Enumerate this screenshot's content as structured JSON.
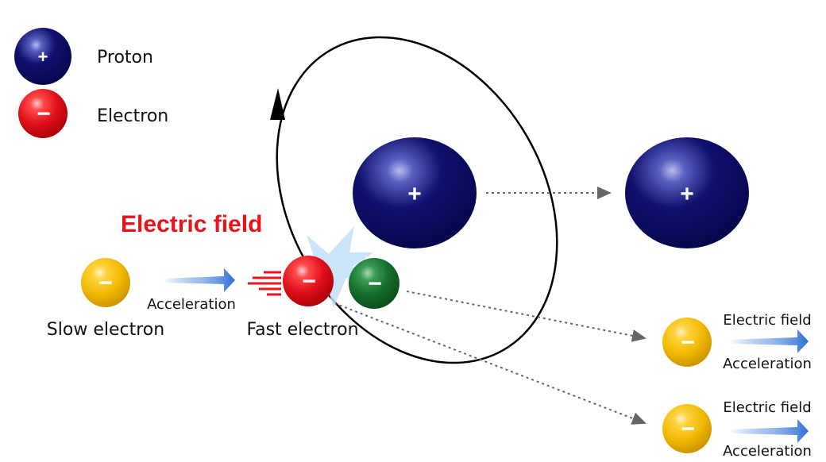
{
  "legend": {
    "proton_label": "Proton",
    "electron_label": "Electron"
  },
  "signs": {
    "plus": "+",
    "minus": "−"
  },
  "title": {
    "text": "Electric field",
    "color": "#e8141c"
  },
  "slow_electron": {
    "label": "Slow electron",
    "arrow_label": "Acceleration"
  },
  "fast_electron": {
    "label": "Fast electron"
  },
  "scattered": [
    {
      "field_label": "Electric field",
      "accel_label": "Acceleration"
    },
    {
      "field_label": "Electric field",
      "accel_label": "Acceleration"
    }
  ],
  "colors": {
    "proton": "#10106e",
    "electron_red": "#e0101a",
    "electron_green": "#156e2c",
    "electron_yellow": "#f0b800",
    "arrow_blue": "#2f6fd6",
    "dotted": "#666666",
    "speed_lines": "#e8141c",
    "collision_flash": "#bfe0f6"
  }
}
